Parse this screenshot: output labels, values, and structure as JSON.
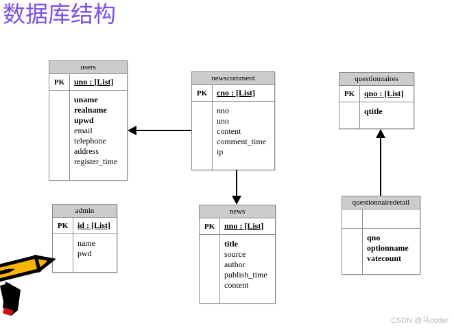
{
  "page": {
    "title": "数据库结构",
    "title_color": "#7b4ff0",
    "background_color": "#ffffff",
    "watermark": "CSDN @马coder"
  },
  "style": {
    "table_header_bg": "#cccccc",
    "table_border": "#8a8a8a",
    "connector_color": "#000000"
  },
  "tables": [
    {
      "id": "users",
      "name": "users",
      "pk_label": "PK",
      "pk_field": "uno : [List]",
      "fields": [
        {
          "name": "uname",
          "bold": true
        },
        {
          "name": "realname",
          "bold": true
        },
        {
          "name": "upwd",
          "bold": true
        },
        {
          "name": "email",
          "bold": false
        },
        {
          "name": "telephone",
          "bold": false
        },
        {
          "name": "address",
          "bold": false
        },
        {
          "name": "register_time",
          "bold": false
        }
      ]
    },
    {
      "id": "newscomment",
      "name": "newscomment",
      "pk_label": "PK",
      "pk_field": "cno : [List]",
      "fields": [
        {
          "name": "nno",
          "bold": false
        },
        {
          "name": "uno",
          "bold": false
        },
        {
          "name": "content",
          "bold": false
        },
        {
          "name": "comment_time",
          "bold": false
        },
        {
          "name": "ip",
          "bold": false
        }
      ]
    },
    {
      "id": "questionnaires",
      "name": "questionnaires",
      "pk_label": "PK",
      "pk_field": "qno : [List]",
      "fields": [
        {
          "name": "qtitle",
          "bold": true
        }
      ]
    },
    {
      "id": "admin",
      "name": "admin",
      "pk_label": "PK",
      "pk_field": "id : [List]",
      "fields": [
        {
          "name": "name",
          "bold": false
        },
        {
          "name": "pwd",
          "bold": false
        }
      ]
    },
    {
      "id": "news",
      "name": "news",
      "pk_label": "PK",
      "pk_field": "nno : [List]",
      "fields": [
        {
          "name": "title",
          "bold": true
        },
        {
          "name": "source",
          "bold": false
        },
        {
          "name": "author",
          "bold": false
        },
        {
          "name": "publish_time",
          "bold": false
        },
        {
          "name": "content",
          "bold": false
        }
      ]
    },
    {
      "id": "questionnairedetail",
      "name": "questionnairedetail",
      "pk_label": "",
      "pk_field": "",
      "fields": [
        {
          "name": "qno",
          "bold": true
        },
        {
          "name": "optionname",
          "bold": true
        },
        {
          "name": "vatecount",
          "bold": true
        }
      ]
    }
  ],
  "relations": [
    {
      "from": "newscomment",
      "to": "users",
      "direction": "left"
    },
    {
      "from": "newscomment",
      "to": "news",
      "direction": "down"
    },
    {
      "from": "questionnairedetail",
      "to": "questionnaires",
      "direction": "up"
    }
  ],
  "decorations": [
    {
      "name": "pencil-clipart"
    }
  ]
}
